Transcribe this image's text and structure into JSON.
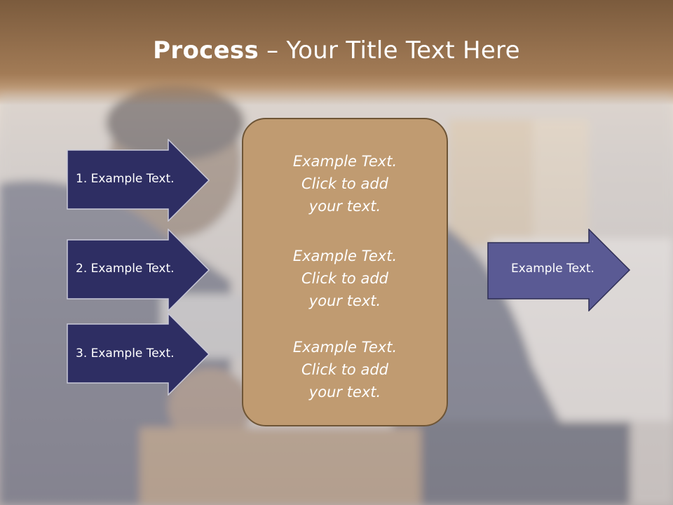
{
  "title": {
    "bold": "Process",
    "rest": " – Your Title Text Here"
  },
  "left_arrows": [
    {
      "label": "1. Example Text."
    },
    {
      "label": "2. Example Text."
    },
    {
      "label": "3. Example Text."
    }
  ],
  "center_box": {
    "items": [
      {
        "line1": "Example Text.",
        "line2": "Click  to add",
        "line3": "your text."
      },
      {
        "line1": "Example Text.",
        "line2": "Click  to add",
        "line3": "your text."
      },
      {
        "line1": "Example Text.",
        "line2": "Click  to add",
        "line3": "your text."
      }
    ]
  },
  "right_arrow": {
    "label": "Example Text."
  },
  "colors": {
    "left_arrow_fill": "#2e2e63",
    "right_arrow_fill": "#5a5a94",
    "center_box_fill": "#c09b71",
    "title_band": "#8a6747"
  }
}
